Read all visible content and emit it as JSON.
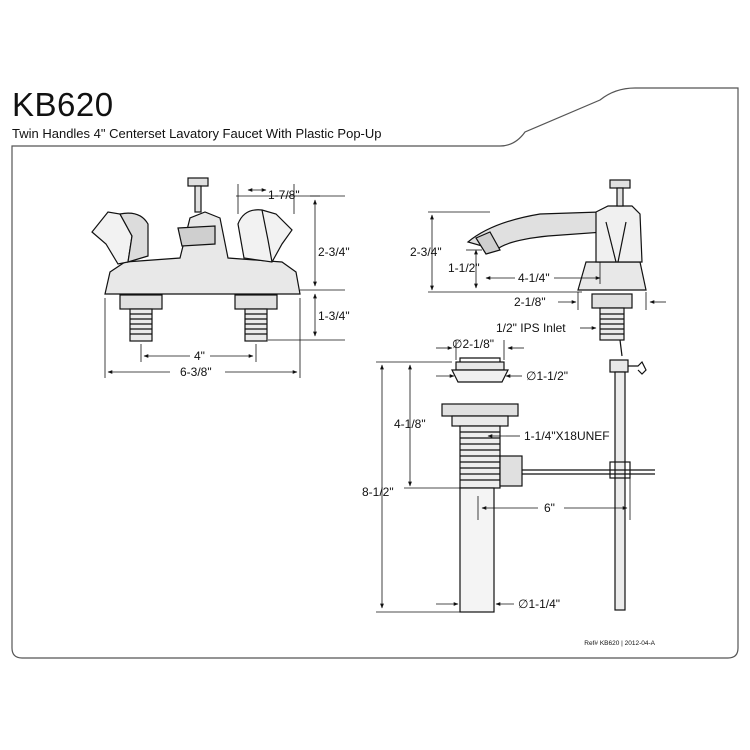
{
  "header": {
    "model": "KB620",
    "description": "Twin Handles 4\" Centerset Lavatory Faucet With Plastic Pop-Up"
  },
  "front_view": {
    "dims": {
      "handle_width": "1-7/8\"",
      "height": "2-3/4\"",
      "shank_length": "1-3/4\"",
      "center_spacing": "4\"",
      "overall_width": "6-3/8\""
    }
  },
  "side_view": {
    "dims": {
      "height": "2-3/4\"",
      "spout_height": "1-1/2\"",
      "spout_reach": "4-1/4\"",
      "base_width": "2-1/8\"",
      "inlet": "1/2\" IPS Inlet"
    }
  },
  "drain_view": {
    "dims": {
      "flange_diameter": "∅2-1/8\"",
      "drain_opening": "∅1-1/2\"",
      "body_length": "4-1/8\"",
      "thread": "1-1/4\"X18UNEF",
      "overall_length": "8-1/2\"",
      "rod_length": "6\"",
      "tailpiece_diameter": "∅1-1/4\""
    }
  },
  "footer": {
    "reference": "Ref# KB620 | 2012-04-A"
  }
}
